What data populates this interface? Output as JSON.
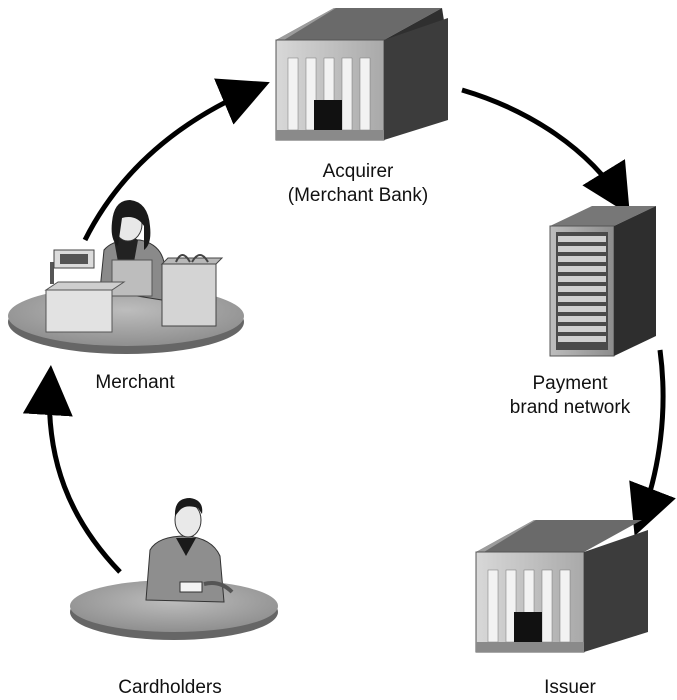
{
  "nodes": {
    "acquirer": {
      "line1": "Acquirer",
      "line2": "(Merchant Bank)"
    },
    "payment_network": {
      "line1": "Payment",
      "line2": "brand network"
    },
    "merchant": {
      "label": "Merchant"
    },
    "cardholders": {
      "label": "Cardholders"
    },
    "issuer": {
      "label": "Issuer"
    }
  },
  "colors": {
    "arrow": "#000000",
    "platform_top": "#a8a8a8",
    "platform_edge": "#6e6e6e",
    "building_light": "#c9c9c9",
    "building_dark": "#3d3d3d",
    "server_front": "#b0b0b0",
    "server_side": "#2e2e2e"
  }
}
